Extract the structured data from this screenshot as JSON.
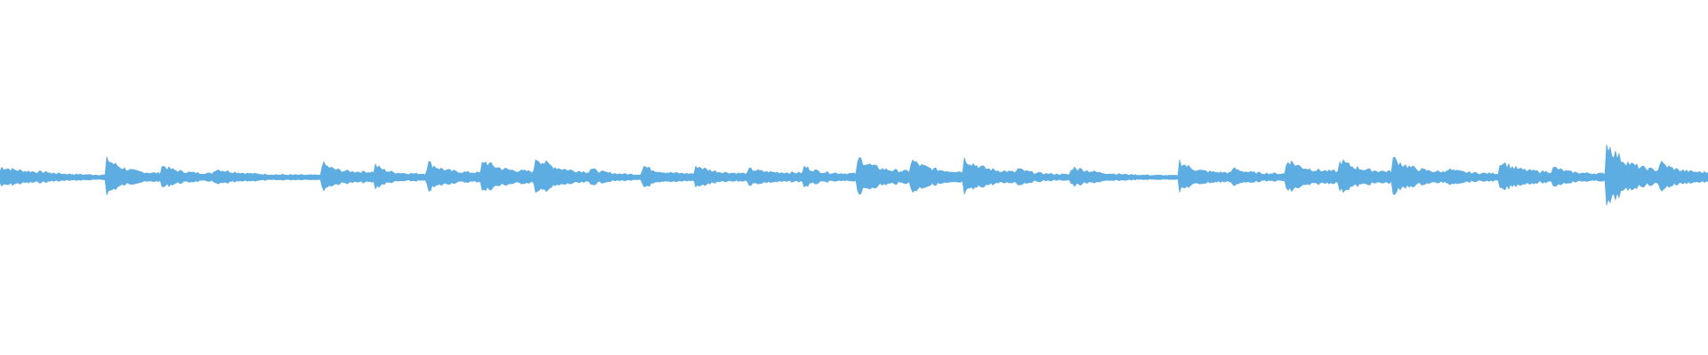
{
  "waveform": {
    "color": "#5dade2",
    "background": "#ffffff",
    "duration_fraction_segments": [
      {
        "start": 0.0,
        "peak": 0.06,
        "tail": 0.025,
        "decay": 0.4
      },
      {
        "start": 0.03,
        "peak": 0.025,
        "tail": 0.012,
        "decay": 0.5
      },
      {
        "start": 0.062,
        "peak": 0.11,
        "tail": 0.02,
        "decay": 0.3
      },
      {
        "start": 0.094,
        "peak": 0.07,
        "tail": 0.02,
        "decay": 0.3
      },
      {
        "start": 0.125,
        "peak": 0.05,
        "tail": 0.012,
        "decay": 0.25
      },
      {
        "start": 0.188,
        "peak": 0.085,
        "tail": 0.03,
        "decay": 0.2
      },
      {
        "start": 0.219,
        "peak": 0.075,
        "tail": 0.02,
        "decay": 0.2
      },
      {
        "start": 0.25,
        "peak": 0.09,
        "tail": 0.025,
        "decay": 0.25
      },
      {
        "start": 0.282,
        "peak": 0.1,
        "tail": 0.03,
        "decay": 0.3
      },
      {
        "start": 0.313,
        "peak": 0.12,
        "tail": 0.025,
        "decay": 0.35
      },
      {
        "start": 0.345,
        "peak": 0.05,
        "tail": 0.015,
        "decay": 0.3
      },
      {
        "start": 0.376,
        "peak": 0.07,
        "tail": 0.02,
        "decay": 0.25
      },
      {
        "start": 0.407,
        "peak": 0.07,
        "tail": 0.02,
        "decay": 0.3
      },
      {
        "start": 0.438,
        "peak": 0.05,
        "tail": 0.025,
        "decay": 0.25
      },
      {
        "start": 0.47,
        "peak": 0.065,
        "tail": 0.02,
        "decay": 0.25
      },
      {
        "start": 0.502,
        "peak": 0.115,
        "tail": 0.03,
        "decay": 0.3
      },
      {
        "start": 0.533,
        "peak": 0.1,
        "tail": 0.03,
        "decay": 0.3
      },
      {
        "start": 0.564,
        "peak": 0.11,
        "tail": 0.025,
        "decay": 0.35
      },
      {
        "start": 0.595,
        "peak": 0.05,
        "tail": 0.015,
        "decay": 0.3
      },
      {
        "start": 0.627,
        "peak": 0.06,
        "tail": 0.01,
        "decay": 0.25
      },
      {
        "start": 0.69,
        "peak": 0.095,
        "tail": 0.025,
        "decay": 0.25
      },
      {
        "start": 0.721,
        "peak": 0.055,
        "tail": 0.02,
        "decay": 0.25
      },
      {
        "start": 0.753,
        "peak": 0.105,
        "tail": 0.03,
        "decay": 0.3
      },
      {
        "start": 0.784,
        "peak": 0.1,
        "tail": 0.03,
        "decay": 0.3
      },
      {
        "start": 0.815,
        "peak": 0.11,
        "tail": 0.025,
        "decay": 0.35
      },
      {
        "start": 0.846,
        "peak": 0.05,
        "tail": 0.02,
        "decay": 0.3
      },
      {
        "start": 0.878,
        "peak": 0.1,
        "tail": 0.03,
        "decay": 0.25
      },
      {
        "start": 0.909,
        "peak": 0.06,
        "tail": 0.02,
        "decay": 0.25
      },
      {
        "start": 0.94,
        "peak": 0.2,
        "tail": 0.03,
        "decay": 0.35
      },
      {
        "start": 0.971,
        "peak": 0.09,
        "tail": 0.025,
        "decay": 0.3
      }
    ]
  }
}
